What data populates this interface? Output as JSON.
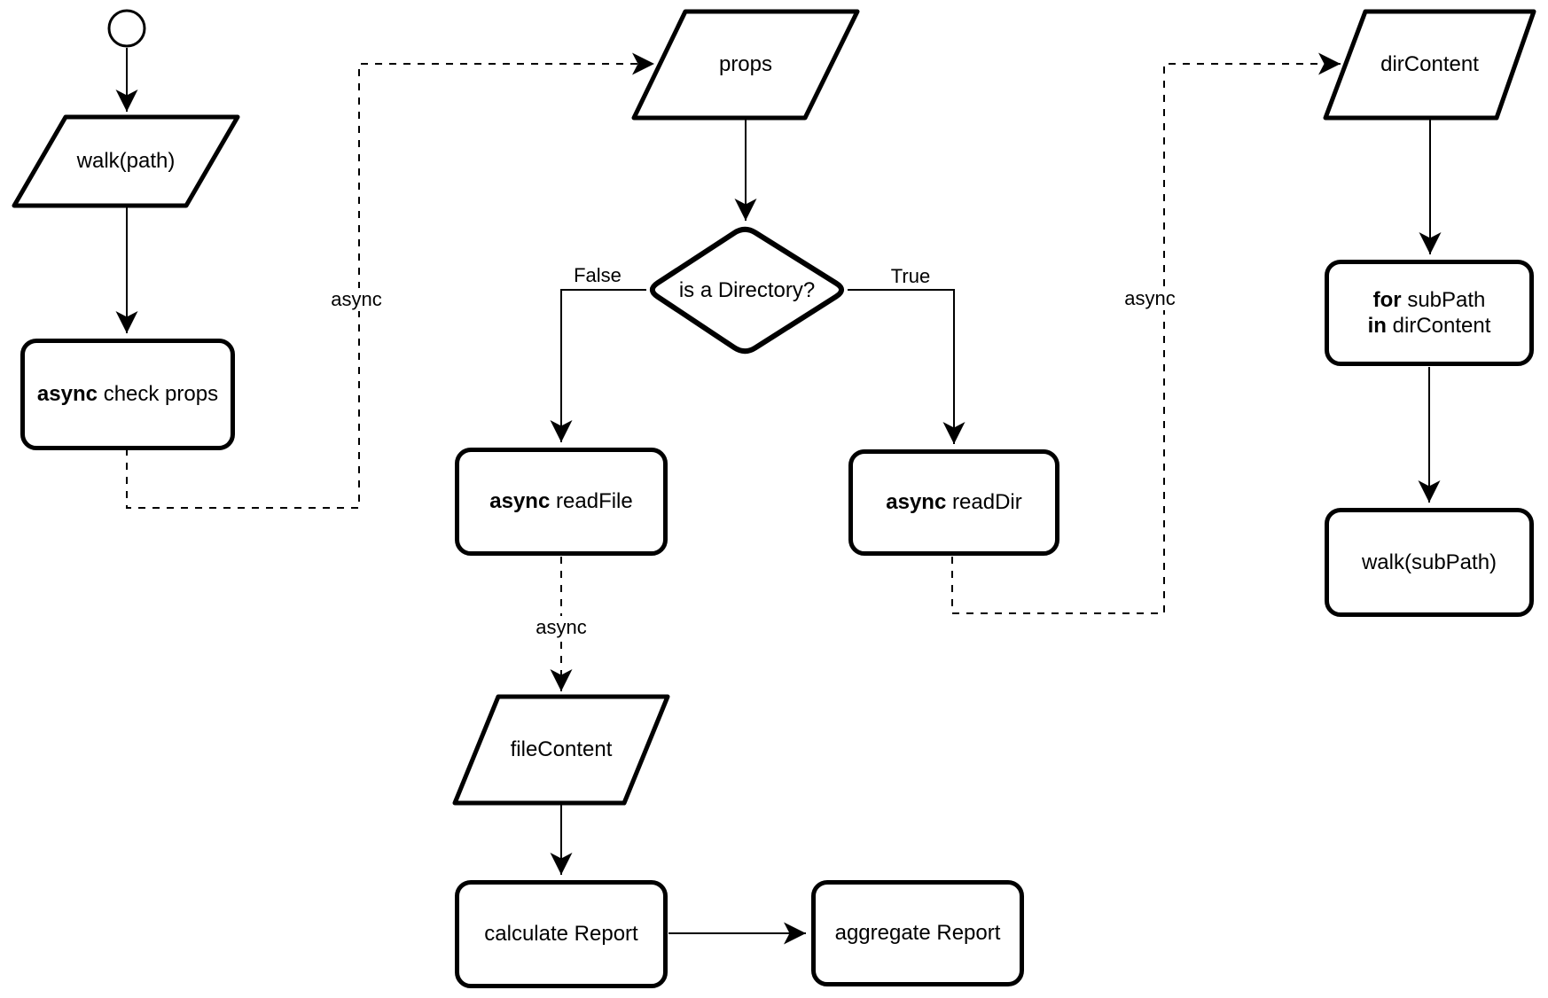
{
  "diagram": {
    "background": "#ffffff",
    "stroke_color": "#000000",
    "nodes": {
      "walk_path": {
        "label": "walk(path)"
      },
      "check_props": {
        "bold": "async",
        "rest": "check props"
      },
      "props": {
        "label": "props"
      },
      "is_directory": {
        "label": "is a Directory?"
      },
      "read_file": {
        "bold": "async",
        "rest": "readFile"
      },
      "read_dir": {
        "bold": "async",
        "rest": "readDir"
      },
      "file_content": {
        "label": "fileContent"
      },
      "calculate_report": {
        "label": "calculate Report"
      },
      "aggregate_report": {
        "label": "aggregate Report"
      },
      "dir_content": {
        "label": "dirContent"
      },
      "for_loop": {
        "line1_bold": "for",
        "line1_rest": "subPath",
        "line2_bold": "in",
        "line2_rest": "dirContent"
      },
      "walk_subpath": {
        "label": "walk(subPath)"
      }
    },
    "edge_labels": {
      "false_branch": "False",
      "true_branch": "True",
      "async_left": "async",
      "async_middle": "async",
      "async_right": "async"
    }
  }
}
